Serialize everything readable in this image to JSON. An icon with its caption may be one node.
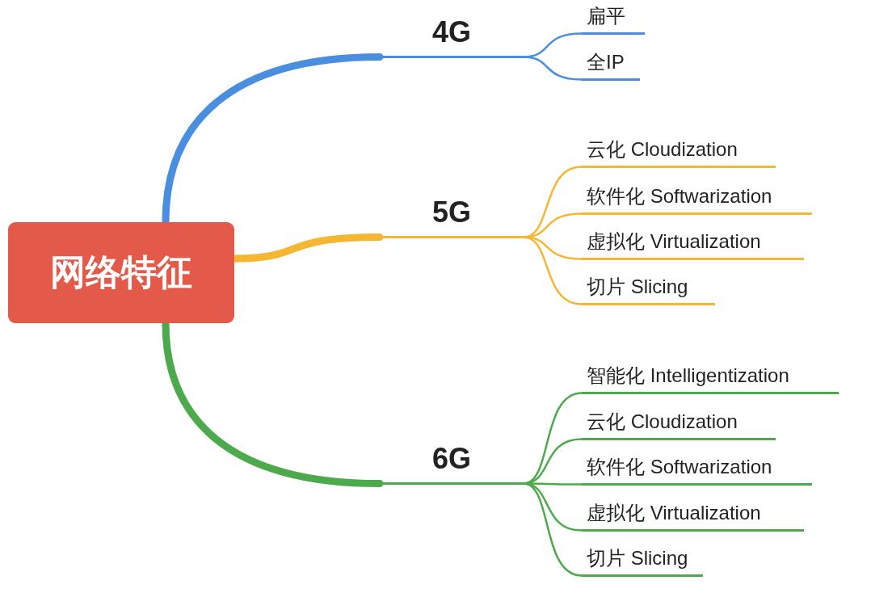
{
  "diagram": {
    "nodes": [
      {
        "text": [
          "网络特征"
        ]
      },
      {
        "text": [
          "4G"
        ]
      },
      {
        "text": [
          "扁平"
        ]
      },
      {
        "text": [
          "全IP"
        ]
      },
      {
        "text": [
          "5G"
        ]
      },
      {
        "text": [
          "云化 Cloudization"
        ]
      },
      {
        "text": [
          "软件化 Softwarization"
        ]
      },
      {
        "text": [
          "虚拟化 Virtualization"
        ]
      },
      {
        "text": [
          "切片 Slicing"
        ]
      },
      {
        "text": [
          "6G"
        ]
      },
      {
        "text": [
          "智能化 Intelligentization"
        ]
      },
      {
        "text": [
          "云化 Cloudization"
        ]
      },
      {
        "text": [
          "软件化 Softwarization"
        ]
      },
      {
        "text": [
          "虚拟化 Virtualization"
        ]
      },
      {
        "text": [
          "切片 Slicing"
        ]
      }
    ],
    "edges": [
      {
        "from": 0,
        "to": 1,
        "arrow": "none",
        "style": "thick",
        "color": "#4a8ee0"
      },
      {
        "from": 1,
        "to": 2,
        "arrow": "none",
        "color": "#4a8ee0"
      },
      {
        "from": 1,
        "to": 3,
        "arrow": "none",
        "color": "#4a8ee0"
      },
      {
        "from": 0,
        "to": 4,
        "arrow": "none",
        "style": "thick",
        "color": "#f5b731"
      },
      {
        "from": 4,
        "to": 5,
        "arrow": "none",
        "color": "#f5b731"
      },
      {
        "from": 4,
        "to": 6,
        "arrow": "none",
        "color": "#f5b731"
      },
      {
        "from": 4,
        "to": 7,
        "arrow": "none",
        "color": "#f5b731"
      },
      {
        "from": 4,
        "to": 8,
        "arrow": "none",
        "color": "#f5b731"
      },
      {
        "from": 0,
        "to": 9,
        "arrow": "none",
        "style": "thick",
        "color": "#4caa4c"
      },
      {
        "from": 9,
        "to": 10,
        "arrow": "none",
        "color": "#4caa4c"
      },
      {
        "from": 9,
        "to": 11,
        "arrow": "none",
        "color": "#4caa4c"
      },
      {
        "from": 9,
        "to": 12,
        "arrow": "none",
        "color": "#4caa4c"
      },
      {
        "from": 9,
        "to": 13,
        "arrow": "none",
        "color": "#4caa4c"
      },
      {
        "from": 9,
        "to": 14,
        "arrow": "none",
        "color": "#4caa4c"
      }
    ]
  }
}
